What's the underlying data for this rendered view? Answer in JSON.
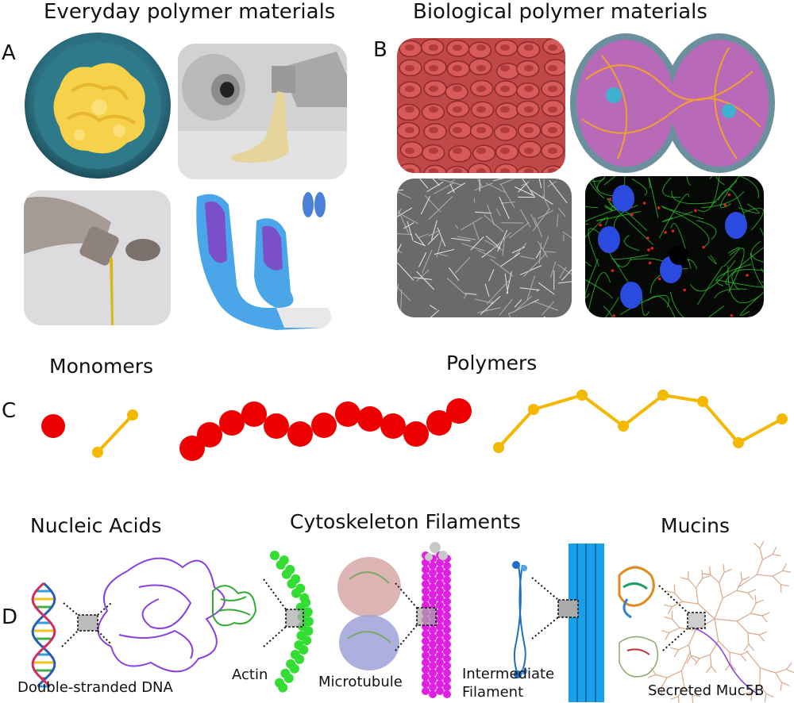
{
  "panel_a": {
    "letter": "A",
    "title": "Everyday polymer materials"
  },
  "panel_b": {
    "letter": "B",
    "title": "Biological polymer materials"
  },
  "panel_c": {
    "letter": "C",
    "monomers_label": "Monomers",
    "polymers_label": "Polymers"
  },
  "panel_d": {
    "letter": "D",
    "nucleic_title": "Nucleic Acids",
    "cyto_title": "Cytoskeleton Filaments",
    "mucins_title": "Mucins",
    "dna_label": "Double-stranded DNA",
    "actin_label": "Actin",
    "microtubule_label": "Microtubule",
    "intermediate_label_1": "Intermediate",
    "intermediate_label_2": "Filament",
    "muc_label": "Secreted Muc5B"
  },
  "colors": {
    "monomer_red": "#ee0000",
    "monomer_gold": "#f5b800",
    "dna_purple": "#8a3fe0",
    "actin_green": "#33dd33",
    "microtubule_magenta": "#e020e0",
    "intermediate_blue": "#1aa0e8",
    "mucin_tan": "#d9a88a"
  }
}
